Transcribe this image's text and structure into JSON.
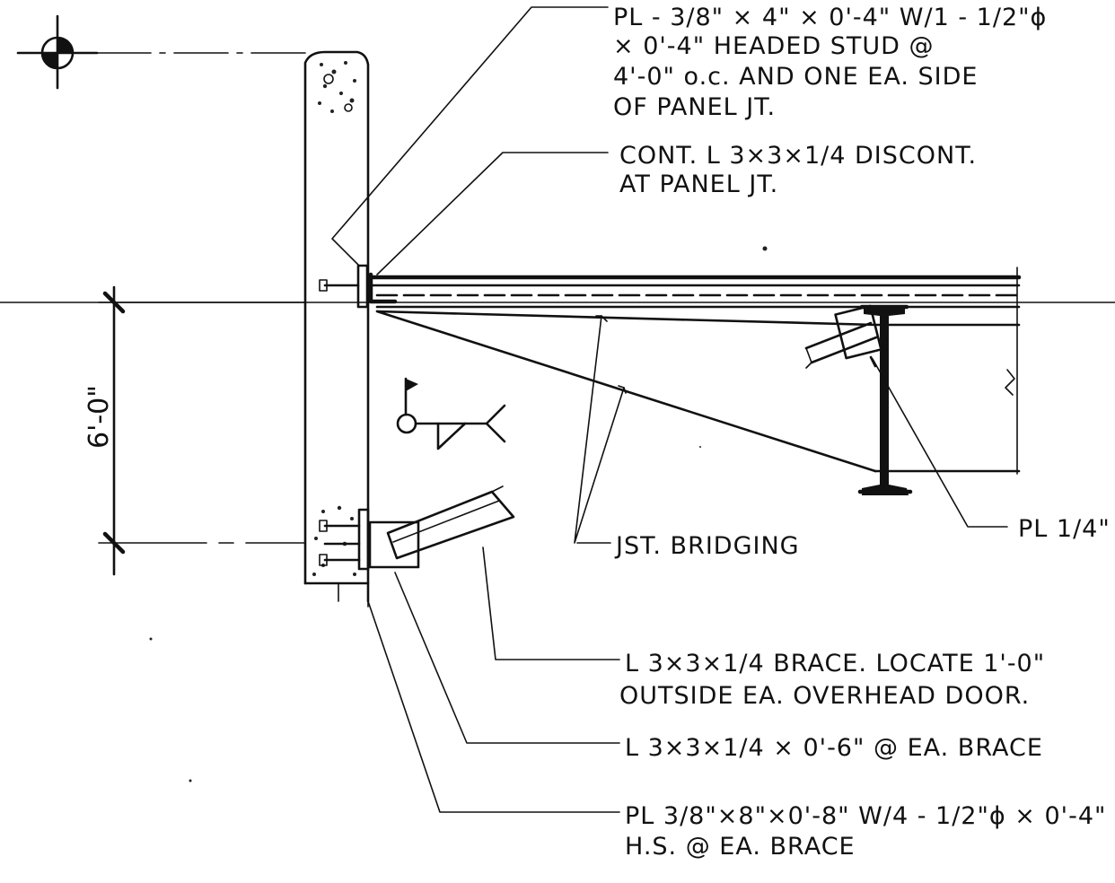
{
  "notes": {
    "plate_stud": [
      "PL - 3/8\" × 4\" × 0'-4\" W/1 - 1/2\"ϕ",
      "× 0'-4\" HEADED STUD @",
      "4'-0\" o.c. AND ONE EA. SIDE",
      "OF PANEL JT."
    ],
    "cont_angle": [
      "CONT. L 3×3×1/4 DISCONT.",
      "AT PANEL JT."
    ],
    "pl_quarter": "PL 1/4\"",
    "jst_bridging": "JST. BRIDGING",
    "brace": [
      "L 3×3×1/4 BRACE. LOCATE 1'-0\"",
      "OUTSIDE EA. OVERHEAD DOOR."
    ],
    "brace_angle": "L 3×3×1/4 × 0'-6\" @ EA. BRACE",
    "brace_plate": [
      "PL 3/8\"×8\"×0'-8\" W/4 - 1/2\"ϕ × 0'-4\"",
      "H.S. @ EA. BRACE"
    ]
  },
  "dimension": "6'-0\"",
  "colors": {
    "ink": "#111111",
    "paper": "#ffffff"
  },
  "icons": [
    "datum-target-icon",
    "weld-symbol-icon",
    "weld-flag-icon"
  ]
}
